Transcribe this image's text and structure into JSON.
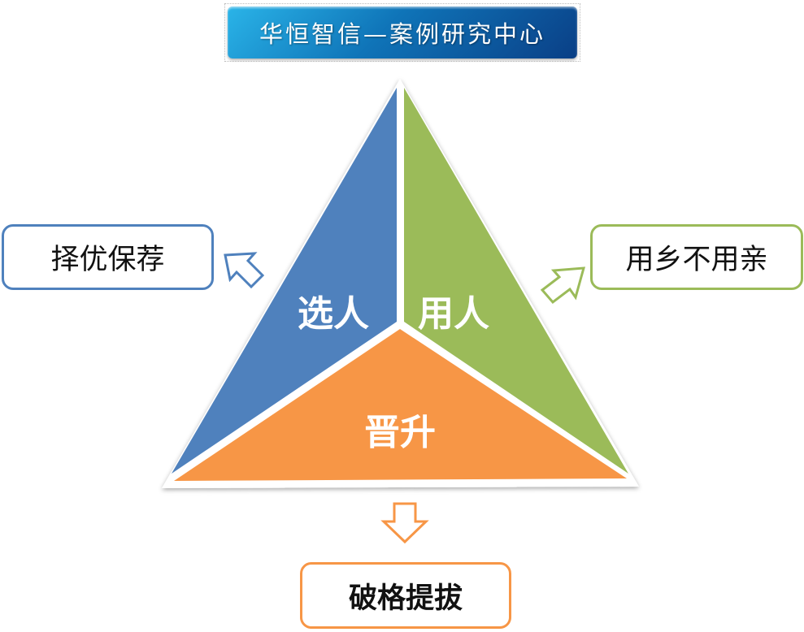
{
  "title": "华恒智信—案例研究中心",
  "triangle": {
    "select": {
      "label": "选人",
      "color": "#4f81bd"
    },
    "use": {
      "label": "用人",
      "color": "#9bbb59"
    },
    "promote": {
      "label": "晋升",
      "color": "#f79646"
    }
  },
  "outcomes": {
    "left": {
      "label": "择优保荐",
      "color": "#4f81bd"
    },
    "right": {
      "label": "用乡不用亲",
      "color": "#9bbb59"
    },
    "bottom": {
      "label": "破格提拔",
      "color": "#f79646"
    }
  }
}
